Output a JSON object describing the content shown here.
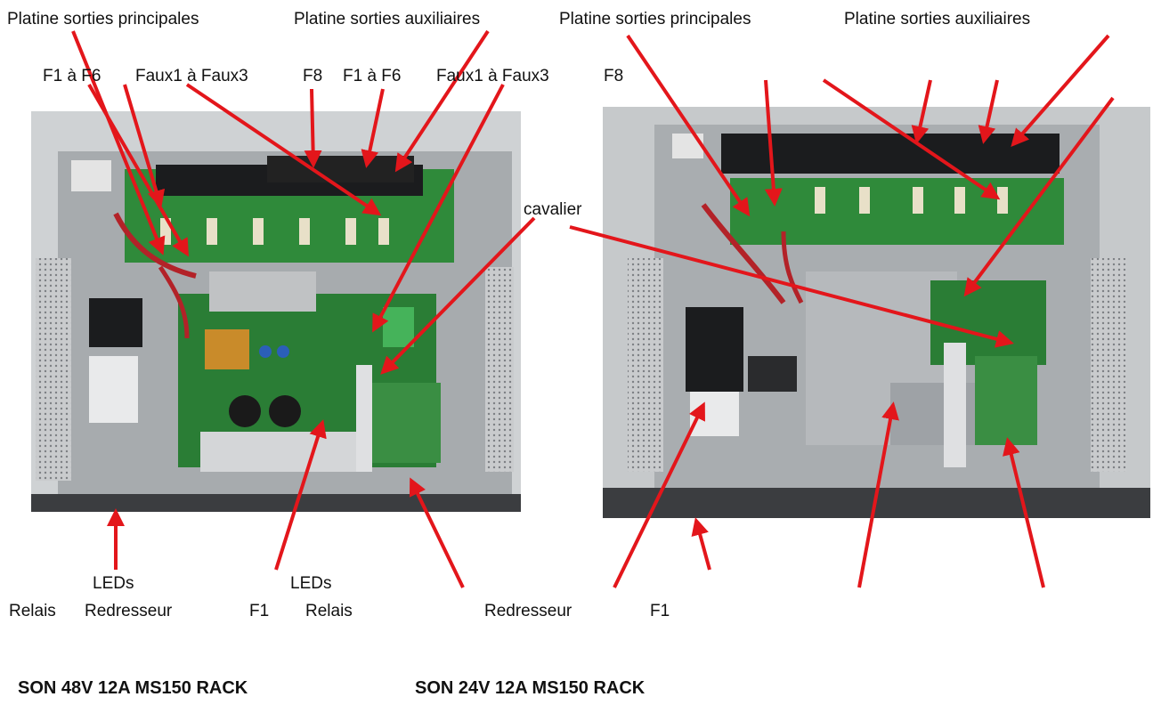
{
  "top_labels": {
    "left_main": "Platine sorties principales",
    "left_aux": "Platine sorties auxiliaires",
    "right_main": "Platine sorties principales",
    "right_aux": "Platine sorties auxiliaires",
    "f1_f6_a": "F1 à F6",
    "faux_a": "Faux1 à Faux3",
    "f8_a": "F8",
    "f1_f6_b": "F1 à F6",
    "faux_b": "Faux1 à Faux3",
    "f8_b": "F8"
  },
  "mid_labels": {
    "cavalier": "cavalier"
  },
  "bottom_labels": {
    "leds_a": "LEDs",
    "leds_b": "LEDs",
    "relais_a": "Relais",
    "redresseur_a": "Redresseur",
    "f1_a": "F1",
    "relais_b": "Relais",
    "redresseur_b": "Redresseur",
    "f1_b": "F1"
  },
  "captions": {
    "left": "SON 48V 12A MS150 RACK",
    "right": "SON 24V 12A MS150 RACK"
  },
  "colors": {
    "arrow": "#e3161b",
    "pcb": "#2f8a3a",
    "chassis": "#b9bcbf",
    "chassis_dark": "#3b3d40"
  }
}
